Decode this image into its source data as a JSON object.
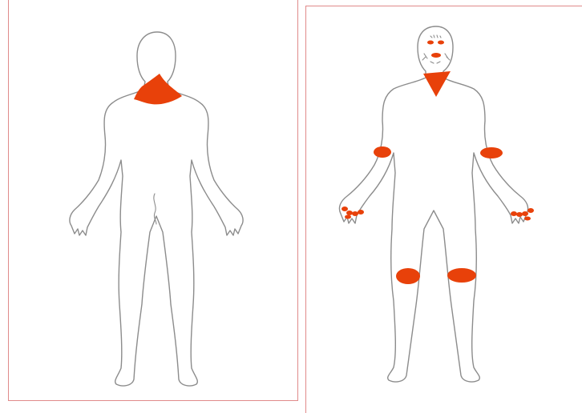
{
  "colors": {
    "affected_region": "#e8410a",
    "outline": "#8c8c8c",
    "panel_border": "#e08a8a",
    "background": "#ffffff"
  },
  "figures": [
    {
      "view": "back",
      "affected_regions": [
        "upper-back-neck"
      ]
    },
    {
      "view": "front",
      "affected_regions": [
        "eyes",
        "mouth",
        "chest-v",
        "left-elbow",
        "right-elbow",
        "left-fingers",
        "right-fingers",
        "left-knee",
        "right-knee"
      ]
    }
  ]
}
